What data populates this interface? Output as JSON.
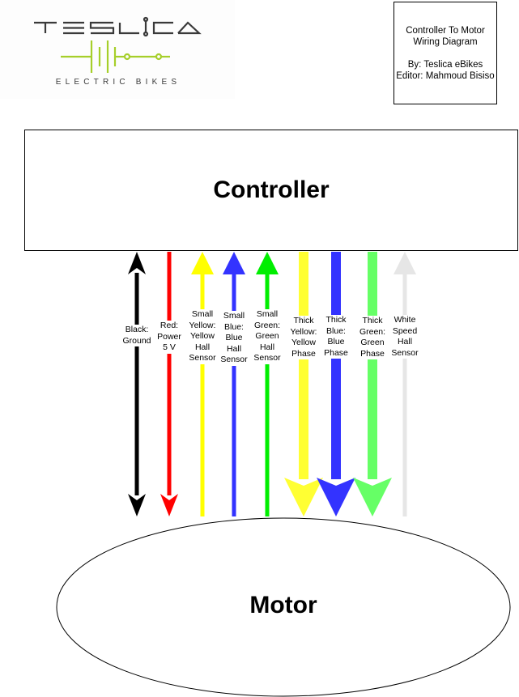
{
  "logo": {
    "brand": "TESLICA",
    "tagline": "ELECTRIC BIKES",
    "brand_color": "#3a3a3a",
    "accent_color": "#a6cf2a"
  },
  "title_box": {
    "line1": "Controller To Motor",
    "line2": "Wiring Diagram",
    "line3": "By: Teslica eBikes",
    "line4": "Editor: Mahmoud Bisiso"
  },
  "controller": {
    "label": "Controller"
  },
  "motor": {
    "label": "Motor"
  },
  "wires": [
    {
      "id": "black-ground",
      "color": "#000000",
      "thickness": "medium",
      "direction": "both",
      "label": [
        "Black:",
        "Ground"
      ]
    },
    {
      "id": "red-power",
      "color": "#ff0000",
      "thickness": "medium",
      "direction": "down",
      "label": [
        "Red:",
        "Power",
        "5 V"
      ]
    },
    {
      "id": "small-yellow-hall",
      "color": "#ffff00",
      "thickness": "small",
      "direction": "up",
      "label": [
        "Small",
        "Yellow:",
        "Yellow",
        "Hall",
        "Sensor"
      ]
    },
    {
      "id": "small-blue-hall",
      "color": "#3333ff",
      "thickness": "small",
      "direction": "up",
      "label": [
        "Small",
        "Blue:",
        "Blue",
        "Hall",
        "Sensor"
      ]
    },
    {
      "id": "small-green-hall",
      "color": "#00ee00",
      "thickness": "small",
      "direction": "up",
      "label": [
        "Small",
        "Green:",
        "Green",
        "Hall",
        "Sensor"
      ]
    },
    {
      "id": "thick-yellow-phase",
      "color": "#ffff33",
      "thickness": "thick",
      "direction": "down",
      "label": [
        "Thick",
        "Yellow:",
        "Yellow",
        "Phase"
      ]
    },
    {
      "id": "thick-blue-phase",
      "color": "#3333ff",
      "thickness": "thick",
      "direction": "down",
      "label": [
        "Thick",
        "Blue:",
        "Blue",
        "Phase"
      ]
    },
    {
      "id": "thick-green-phase",
      "color": "#66ff66",
      "thickness": "thick",
      "direction": "down",
      "label": [
        "Thick",
        "Green:",
        "Green",
        "Phase"
      ]
    },
    {
      "id": "white-speed-hall",
      "color": "#e6e6e6",
      "thickness": "small",
      "direction": "up",
      "label": [
        "White",
        "Speed",
        "Hall",
        "Sensor"
      ]
    }
  ]
}
